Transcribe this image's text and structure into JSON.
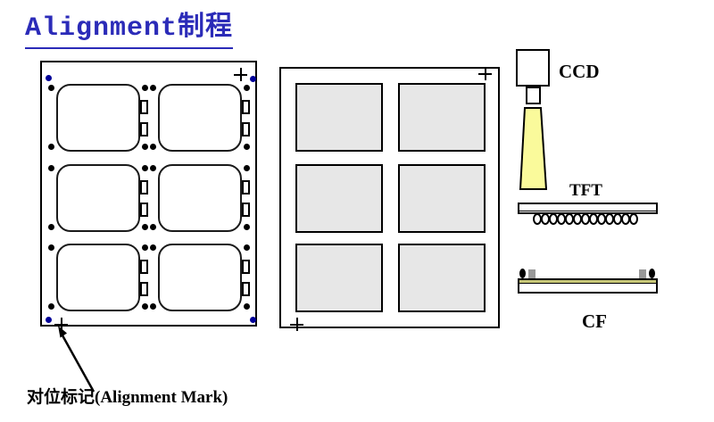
{
  "title": "Alignment制程",
  "labels": {
    "ccd": "CCD",
    "tft": "TFT",
    "cf": "CF"
  },
  "annotation": {
    "text": "对位标记(Alignment Mark)"
  },
  "colors": {
    "title_blue": "#2B2BB8",
    "dot_blue": "#000099",
    "beam_yellow": "#FAFA9B",
    "cell_gray": "#E7E7E7",
    "olive": "#C8C878",
    "pad_gray": "#999999"
  }
}
